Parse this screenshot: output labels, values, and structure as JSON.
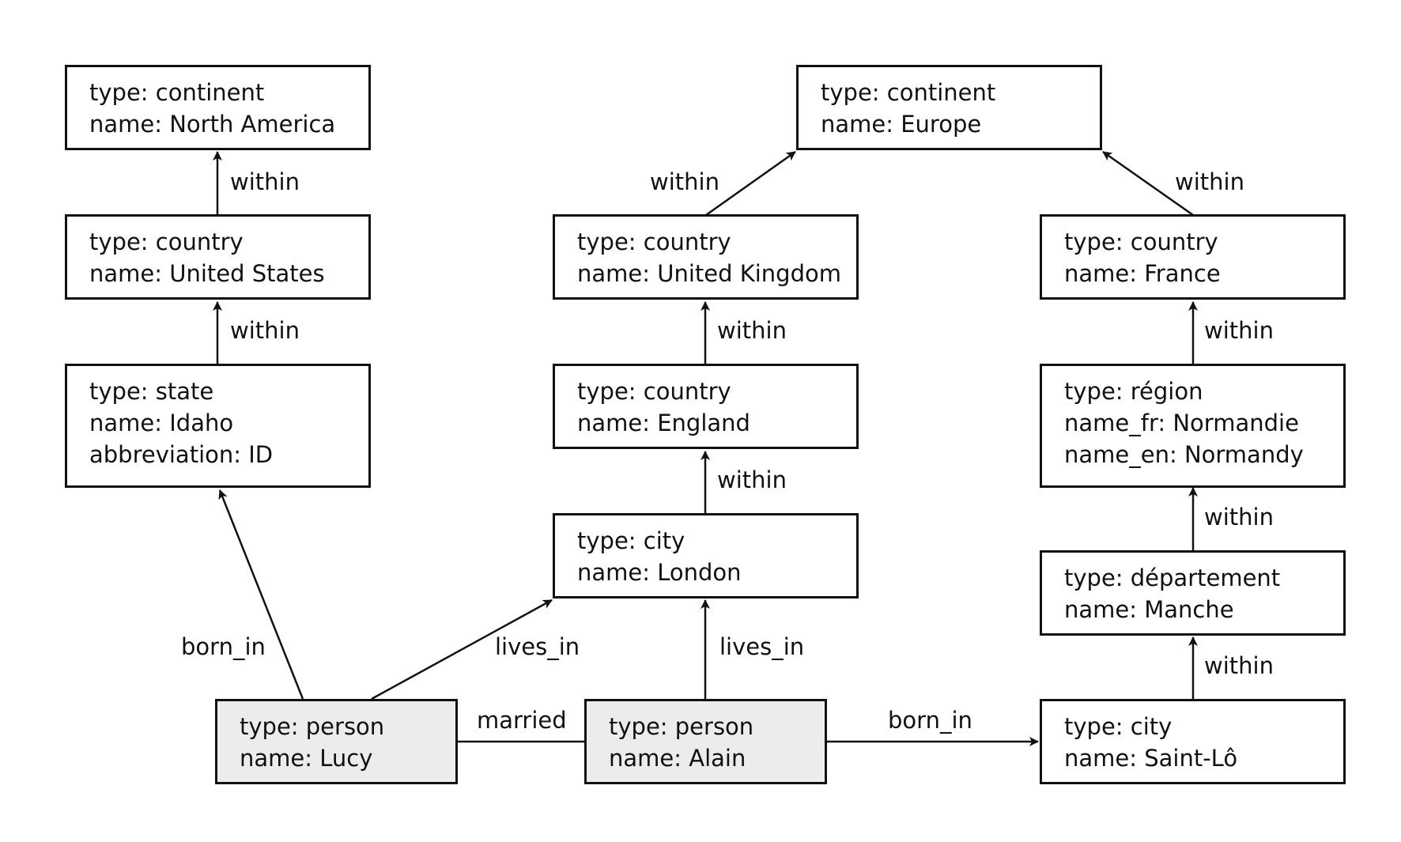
{
  "nodes": {
    "north_america": {
      "lines": [
        "type: continent",
        "name: North America"
      ]
    },
    "united_states": {
      "lines": [
        "type: country",
        "name: United States"
      ]
    },
    "idaho": {
      "lines": [
        "type: state",
        "name: Idaho",
        "abbreviation: ID"
      ]
    },
    "europe": {
      "lines": [
        "type: continent",
        "name: Europe"
      ]
    },
    "united_kingdom": {
      "lines": [
        "type: country",
        "name: United Kingdom"
      ]
    },
    "england": {
      "lines": [
        "type: country",
        "name: England"
      ]
    },
    "london": {
      "lines": [
        "type: city",
        "name: London"
      ]
    },
    "france": {
      "lines": [
        "type: country",
        "name: France"
      ]
    },
    "normandie": {
      "lines": [
        "type: région",
        "name_fr: Normandie",
        "name_en: Normandy"
      ]
    },
    "manche": {
      "lines": [
        "type: département",
        "name: Manche"
      ]
    },
    "saint_lo": {
      "lines": [
        "type: city",
        "name: Saint-Lô"
      ]
    },
    "lucy": {
      "lines": [
        "type: person",
        "name: Lucy"
      ]
    },
    "alain": {
      "lines": [
        "type: person",
        "name: Alain"
      ]
    }
  },
  "edges": {
    "us_within_na": "within",
    "idaho_within_us": "within",
    "uk_within_europe": "within",
    "france_within_europe": "within",
    "england_within_uk": "within",
    "london_within_england": "within",
    "normandie_within_france": "within",
    "manche_within_normandie": "within",
    "saintlo_within_manche": "within",
    "lucy_born_in_idaho": "born_in",
    "lucy_lives_in_london": "lives_in",
    "alain_lives_in_london": "lives_in",
    "lucy_married_alain": "married",
    "alain_born_in_saintlo": "born_in"
  },
  "colors": {
    "stroke": "#111111",
    "node_fill": "#ffffff",
    "person_fill": "#ececec"
  }
}
